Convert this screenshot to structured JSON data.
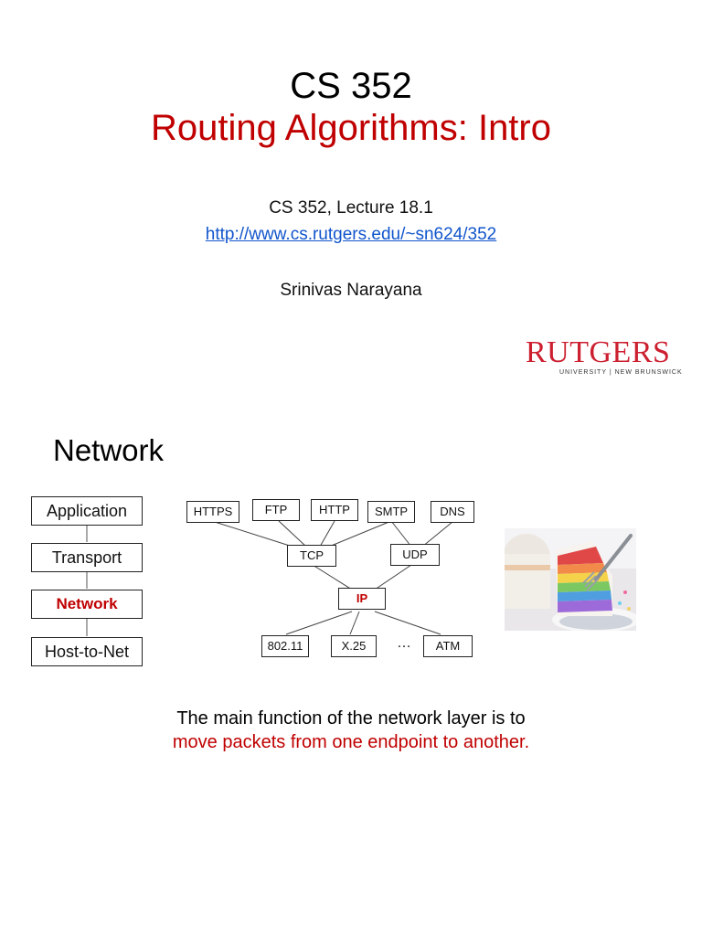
{
  "slide1": {
    "title": "CS 352",
    "subtitle": "Routing Algorithms: Intro",
    "lecture": "CS 352, Lecture 18.1",
    "url": "http://www.cs.rutgers.edu/~sn624/352",
    "author": "Srinivas Narayana",
    "logo": {
      "name": "RUTGERS",
      "tagline": "UNIVERSITY | NEW BRUNSWICK",
      "color": "#cc1f2f"
    }
  },
  "slide2": {
    "title": "Network",
    "layers": [
      "Application",
      "Transport",
      "Network",
      "Host-to-Net"
    ],
    "protocols": {
      "app": [
        "HTTPS",
        "FTP",
        "HTTP",
        "SMTP",
        "DNS"
      ],
      "transport": [
        "TCP",
        "UDP"
      ],
      "network": "IP",
      "link": [
        "802.11",
        "X.25",
        "…",
        "ATM"
      ]
    },
    "caption_line1": "The main function of the network layer is to",
    "caption_line2": "move packets from one endpoint to another.",
    "highlight_color": "#c00000"
  }
}
